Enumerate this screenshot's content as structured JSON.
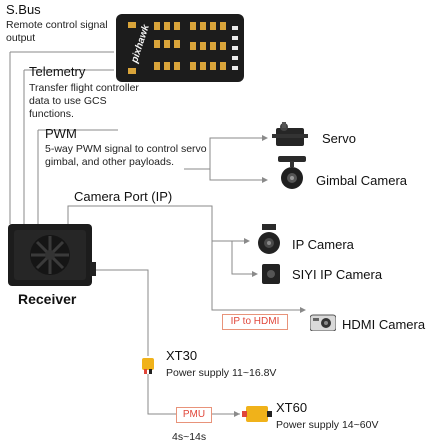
{
  "sbus": {
    "title": "S.Bus",
    "desc_line1": "Remote control signal",
    "desc_line2": "output"
  },
  "telemetry": {
    "title": "Telemetry",
    "desc_line1": "Transfer flight controller",
    "desc_line2": "data to use GCS",
    "desc_line3": "functions."
  },
  "pwm": {
    "title": "PWM",
    "desc_line1": "5-way PWM signal to control servo",
    "desc_line2": "gimbal, and other payloads."
  },
  "camera_port": {
    "title": "Camera Port (IP)"
  },
  "devices": {
    "servo": "Servo",
    "gimbal_camera": "Gimbal Camera",
    "ip_camera": "IP Camera",
    "siyi_ip_camera": "SIYI IP Camera",
    "hdmi_camera": "HDMI Camera"
  },
  "converter": {
    "ip_to_hdmi": "IP to HDMI"
  },
  "flight_controller": {
    "brand": "pixhawk"
  },
  "receiver": {
    "label": "Receiver"
  },
  "power": {
    "xt30_title": "XT30",
    "xt30_desc": "Power supply  11~16.8V",
    "pmu_label": "PMU",
    "pmu_range": "4s~14s",
    "xt60_title": "XT60",
    "xt60_desc": "Power supply 14~60V"
  },
  "colors": {
    "wire": "#8a8a8a",
    "accent_red": "#e0463a",
    "device_dark": "#1c1c1c",
    "connector_yellow": "#f0b21a"
  }
}
